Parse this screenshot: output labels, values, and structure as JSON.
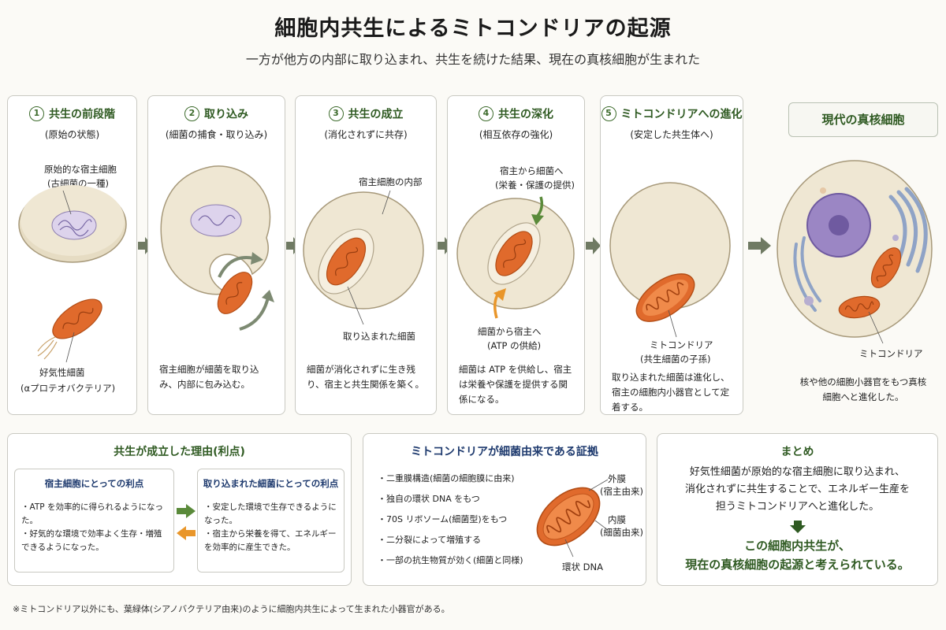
{
  "title": "細胞内共生によるミトコンドリアの起源",
  "subtitle": "一方が他方の内部に取り込まれ、共生を続けた結果、現在の真核細胞が生まれた",
  "stages": [
    {
      "num": "1",
      "title": "共生の前段階",
      "sub": "(原始の状態)",
      "callouts": [
        "原始的な宿主細胞",
        "(古細菌の一種)",
        "好気性細菌",
        "(αプロテオバクテリア)"
      ],
      "desc": ""
    },
    {
      "num": "2",
      "title": "取り込み",
      "sub": "(細菌の捕食・取り込み)",
      "callouts": [],
      "desc": "宿主細胞が細菌を取り込み、内部に包み込む。"
    },
    {
      "num": "3",
      "title": "共生の成立",
      "sub": "(消化されずに共存)",
      "callouts": [
        "宿主細胞の内部",
        "取り込まれた細菌"
      ],
      "desc": "細菌が消化されずに生き残り、宿主と共生関係を築く。"
    },
    {
      "num": "4",
      "title": "共生の深化",
      "sub": "(相互依存の強化)",
      "callouts": [
        "宿主から細菌へ",
        "(栄養・保護の提供)",
        "細菌から宿主へ",
        "(ATP の供給)"
      ],
      "desc": "細菌は ATP を供給し、宿主は栄養や保護を提供する関係になる。"
    },
    {
      "num": "5",
      "title": "ミトコンドリアへの進化",
      "sub": "(安定した共生体へ)",
      "callouts": [
        "ミトコンドリア",
        "(共生細菌の子孫)"
      ],
      "desc": "取り込まれた細菌は進化し、宿主の細胞内小器官として定着する。"
    }
  ],
  "modern": {
    "label": "現代の真核細胞",
    "callout": "ミトコンドリア",
    "desc": "核や他の細胞小器官をもつ真核細胞へと進化した。"
  },
  "reasons": {
    "title": "共生が成立した理由(利点)",
    "host": {
      "title": "宿主細胞にとっての利点",
      "items": [
        "・ATP を効率的に得られるようになった。",
        "・好気的な環境で効率よく生存・増殖できるようになった。"
      ]
    },
    "bacteria": {
      "title": "取り込まれた細菌にとっての利点",
      "items": [
        "・安定した環境で生存できるようになった。",
        "・宿主から栄養を得て、エネルギーを効率的に産生できた。"
      ]
    }
  },
  "evidence": {
    "title": "ミトコンドリアが細菌由来である証拠",
    "items": [
      "・二重膜構造(細菌の細胞膜に由来)",
      "・独自の環状 DNA をもつ",
      "・70S リボソーム(細菌型)をもつ",
      "・二分裂によって増殖する",
      "・一部の抗生物質が効く(細菌と同様)"
    ],
    "labels": {
      "outer": "外膜",
      "outer_sub": "(宿主由来)",
      "inner": "内膜",
      "inner_sub": "(細菌由来)",
      "dna": "環状 DNA"
    }
  },
  "summary": {
    "title": "まとめ",
    "text": [
      "好気性細菌が原始的な宿主細胞に取り込まれ、",
      "消化されずに共生することで、エネルギー生産を",
      "担うミトコンドリアへと進化した。"
    ],
    "conclusion": [
      "この細胞内共生が、",
      "現在の真核細胞の起源と考えられている。"
    ]
  },
  "footnote": "※ミトコンドリア以外にも、葉緑体(シアノバクテリア由来)のように細胞内共生によって生まれた小器官がある。",
  "colors": {
    "accent_green": "#2f5a22",
    "accent_blue": "#1e3a6e",
    "cell": "#ece4cf",
    "bacteria": "#e06a2c",
    "nucleus": "#9b86c4",
    "arrow_orange": "#e9962a"
  }
}
